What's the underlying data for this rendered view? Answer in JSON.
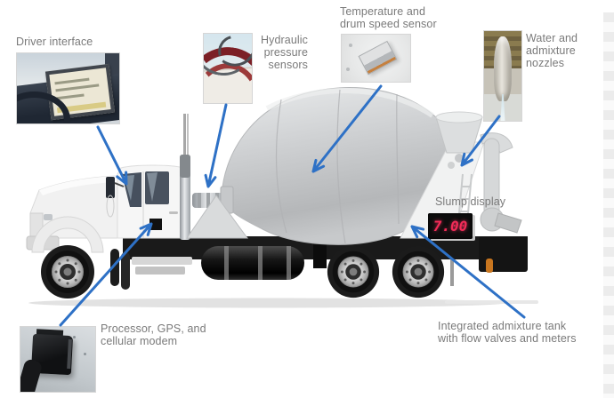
{
  "annotations": {
    "driver_interface": "Driver interface",
    "hydraulic_pressure_sensors": "Hydraulic\npressure\nsensors",
    "temperature_drum_speed_sensor": "Temperature and\ndrum speed sensor",
    "water_admixture_nozzles": "Water and\nadmixture\nnozzles",
    "slump_display": "Slump display",
    "processor_gps_modem": "Processor, GPS, and\ncellular modem",
    "integrated_admixture_tank": "Integrated admixture tank\nwith flow valves and meters"
  },
  "slump": {
    "value": "7.00"
  },
  "colors": {
    "arrow": "#2e71c6",
    "label_text": "#7a7a7a",
    "slump_digit": "#f22b57",
    "slump_bg": "#0d0d0d"
  }
}
